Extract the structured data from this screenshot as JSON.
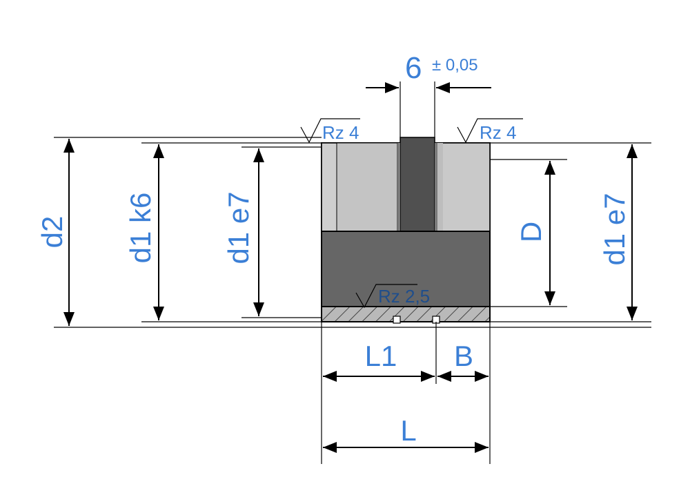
{
  "drawing": {
    "tolerance": {
      "value": "6",
      "suffix": "± 0,05"
    },
    "surface_marks": {
      "top_left": "Rz 4",
      "top_right": "Rz 4",
      "inner": "Rz 2,5"
    },
    "dimensions": {
      "d2": "d2",
      "d1_k6": "d1 k6",
      "d1_e7_left": "d1 e7",
      "D": "D",
      "d1_e7_right": "d1 e7",
      "L1": "L1",
      "B": "B",
      "L": "L"
    },
    "colors": {
      "label_blue": "#3b7fd6",
      "surface_label": "#1f4e8c",
      "body_dark": "#6b6b6b",
      "ring_light": "#c9c9c9",
      "center_dark": "#505050"
    }
  }
}
